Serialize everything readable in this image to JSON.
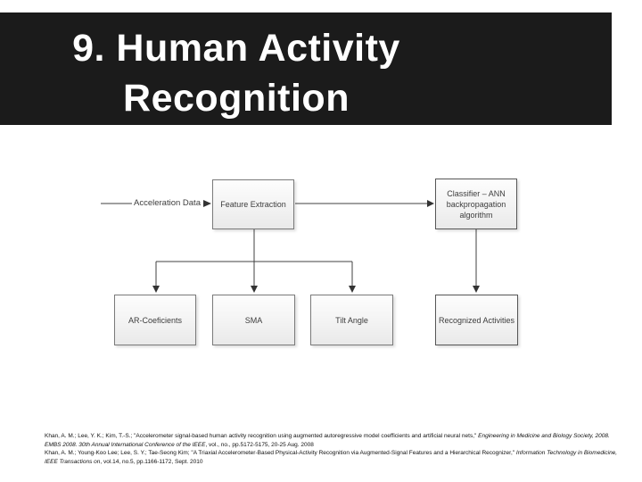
{
  "slide": {
    "title": "9. Human Activity Recognition"
  },
  "diagram": {
    "input_label": "Acceleration Data",
    "boxes": {
      "feature_extraction": "Feature Extraction",
      "classifier": "Classifier – ANN backpropagation algorithm",
      "ar_coeficients": "AR-Coeficients",
      "sma": "SMA",
      "tilt_angle": "Tilt Angle",
      "recognized_activities": "Recognized Activities"
    }
  },
  "references": {
    "citation1": {
      "authors_title": "Khan, A. M.; Lee, Y. K.; Kim, T.-S.; \"Accelerometer signal-based human activity recognition using augmented autoregressive model coefficients and artificial neural nets,\" ",
      "venue_italic": "Engineering in Medicine and Biology Society, 2008. EMBS 2008. 30th Annual International Conference of the IEEE",
      "details": ", vol., no., pp.5172-5175, 20-25 Aug. 2008"
    },
    "citation2": {
      "authors_title": "Khan, A. M.; Young-Koo Lee; Lee, S. Y.; Tae-Seong Kim; \"A Triaxial Accelerometer-Based Physical-Activity Recognition via Augmented-Signal Features and a Hierarchical Recognizer,\" ",
      "venue_italic": "Information Technology in Biomedicine, IEEE Transactions on",
      "details": ", vol.14, no.5, pp.1166-1172, Sept. 2010"
    }
  },
  "colors": {
    "title_bar_bg": "#1b1b1b",
    "title_text": "#ffffff",
    "box_border": "#7a7a7a",
    "connector": "#404040"
  }
}
